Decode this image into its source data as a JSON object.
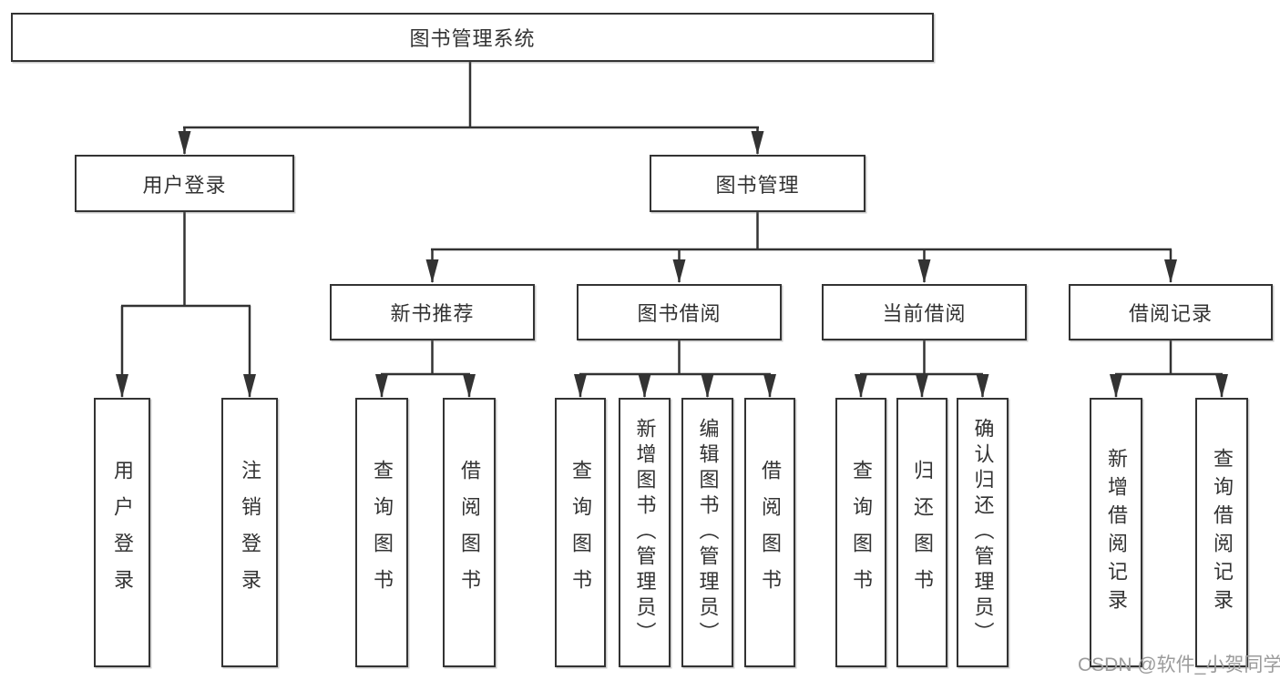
{
  "diagram": {
    "root": {
      "label": "图书管理系统"
    },
    "level2": {
      "user_login": {
        "label": "用户登录"
      },
      "book_mgmt": {
        "label": "图书管理"
      }
    },
    "level3": {
      "new_book_rec": {
        "label": "新书推荐"
      },
      "book_borrow": {
        "label": "图书借阅"
      },
      "current_borrow": {
        "label": "当前借阅"
      },
      "borrow_records": {
        "label": "借阅记录"
      }
    },
    "leaves": {
      "user_login_leaf": {
        "label": "用户登录"
      },
      "logout": {
        "label": "注销登录"
      },
      "rec_query_books": {
        "label": "查询图书"
      },
      "rec_borrow_books": {
        "label": "借阅图书"
      },
      "bb_query_books": {
        "label": "查询图书"
      },
      "bb_add_books": {
        "label": "新增图书（管理员）"
      },
      "bb_edit_books": {
        "label": "编辑图书（管理员）"
      },
      "bb_borrow_books": {
        "label": "借阅图书"
      },
      "cb_query_books": {
        "label": "查询图书"
      },
      "cb_return_books": {
        "label": "归还图书"
      },
      "cb_confirm_return": {
        "label": "确认归还（管理员）"
      },
      "br_add_record": {
        "label": "新增借阅记录"
      },
      "br_query_record": {
        "label": "查询借阅记录"
      }
    }
  },
  "watermark": {
    "text": "CSDN @软件_小贺同学"
  },
  "colors": {
    "line": "#333333",
    "text": "#333333",
    "background": "#ffffff",
    "watermark": "#9b9b9b"
  }
}
